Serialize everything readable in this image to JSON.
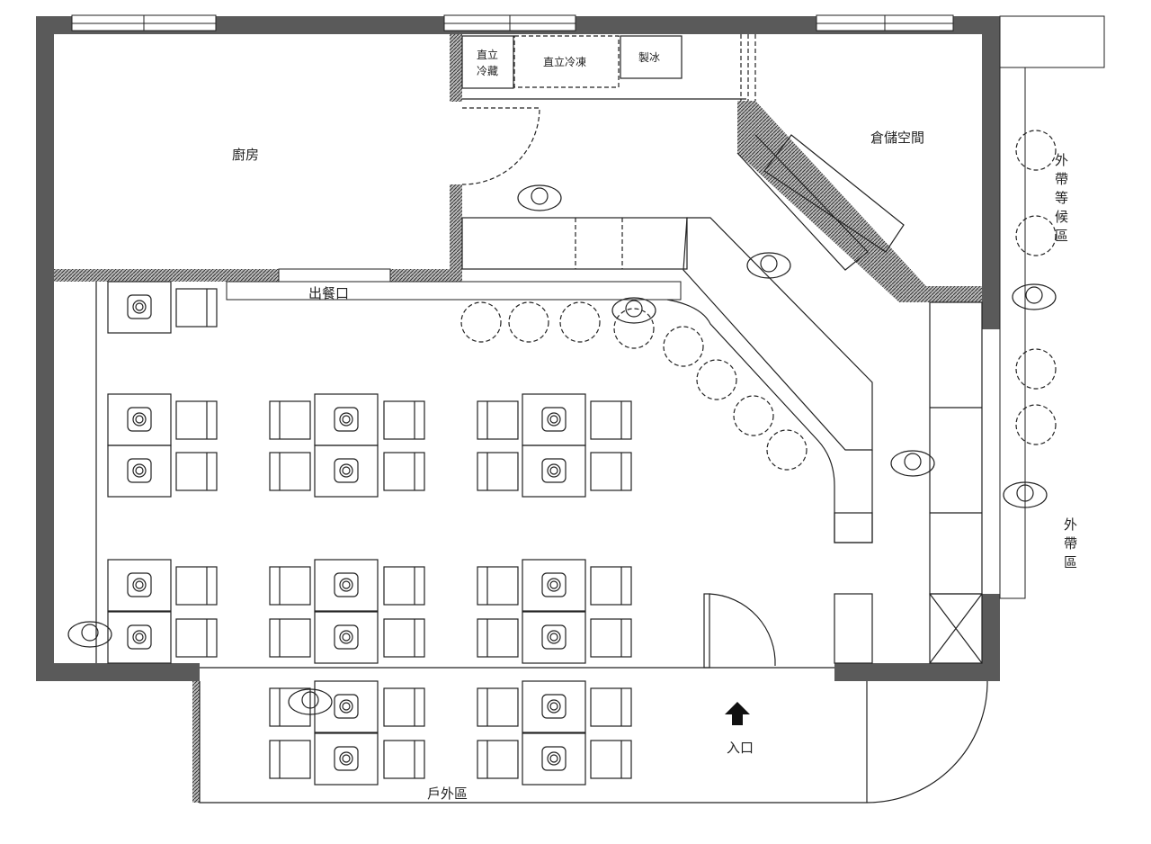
{
  "plan": {
    "rooms": {
      "kitchen": "廚房",
      "storage": "倉儲空間",
      "pickup_window": "出餐口",
      "entrance": "入口",
      "outdoor": "戶外區",
      "takeout_waiting": "外帶等候區",
      "takeout": "外帶區"
    },
    "appliances": {
      "fridge_line1": "直立",
      "fridge_line2": "冷藏",
      "freezer": "直立冷凍",
      "ice_maker": "製冰"
    }
  }
}
